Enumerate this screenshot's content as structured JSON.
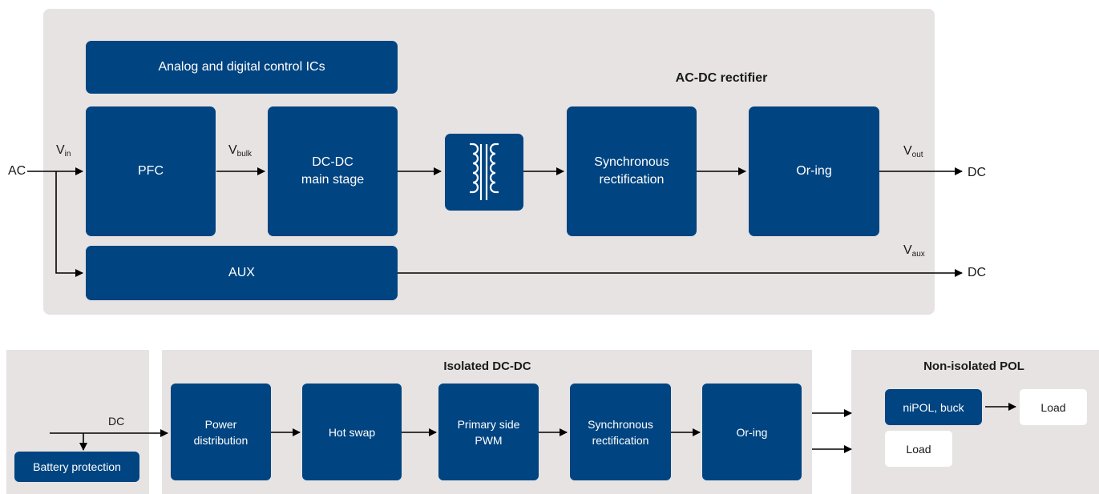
{
  "ac_dc": {
    "title": "AC-DC rectifier",
    "input_label": "AC",
    "vin": {
      "main": "V",
      "sub": "in"
    },
    "vbulk": {
      "main": "V",
      "sub": "bulk"
    },
    "vout": {
      "main": "V",
      "sub": "out"
    },
    "vaux": {
      "main": "V",
      "sub": "aux"
    },
    "dc_out_label": "DC",
    "dc_aux_label": "DC",
    "blocks": {
      "control_ics": "Analog and digital control ICs",
      "pfc": "PFC",
      "dcdc_main": "DC-DC\nmain stage",
      "sync_rect": "Synchronous\nrectification",
      "oring": "Or-ing",
      "aux": "AUX"
    }
  },
  "battery": {
    "dc_label": "DC",
    "protection": "Battery protection"
  },
  "isolated": {
    "title": "Isolated DC-DC",
    "blocks": {
      "power_distribution": "Power\ndistribution",
      "hot_swap": "Hot swap",
      "primary_pwm": "Primary side\nPWM",
      "sync_rect": "Synchronous\nrectification",
      "oring": "Or-ing"
    }
  },
  "pol": {
    "title": "Non-isolated POL",
    "nipol": "niPOL, buck",
    "load1": "Load",
    "load2": "Load"
  },
  "colors": {
    "block": "#004481",
    "panel": "#e6e3e2",
    "line": "#000000"
  }
}
